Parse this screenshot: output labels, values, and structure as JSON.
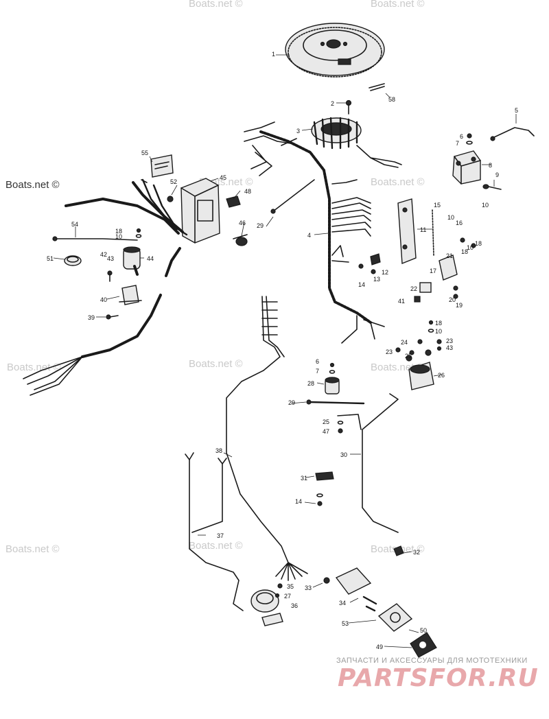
{
  "watermarks": {
    "left_top": "Boats.net ©",
    "generic": "Boats.net ©"
  },
  "footer": {
    "tagline": "ЗАПЧАСТИ И АКСЕССУАРЫ ДЛЯ МОТОТЕХНИКИ",
    "brand": "PARTSFOR.RU"
  },
  "callouts": [
    "1",
    "2",
    "58",
    "3",
    "5",
    "6",
    "7",
    "8",
    "9",
    "10",
    "55",
    "52",
    "45",
    "48",
    "29",
    "46",
    "4",
    "15",
    "11",
    "10",
    "16",
    "12",
    "13",
    "14",
    "21",
    "18",
    "10",
    "18",
    "17",
    "22",
    "41",
    "20",
    "19",
    "54",
    "18",
    "10",
    "42",
    "43",
    "44",
    "51",
    "40",
    "39",
    "18",
    "10",
    "24",
    "23",
    "43",
    "23",
    "25",
    "6",
    "7",
    "28",
    "26",
    "29",
    "25",
    "47",
    "30",
    "38",
    "31",
    "14",
    "37",
    "32",
    "35",
    "27",
    "33",
    "36",
    "34",
    "53",
    "50",
    "49"
  ]
}
